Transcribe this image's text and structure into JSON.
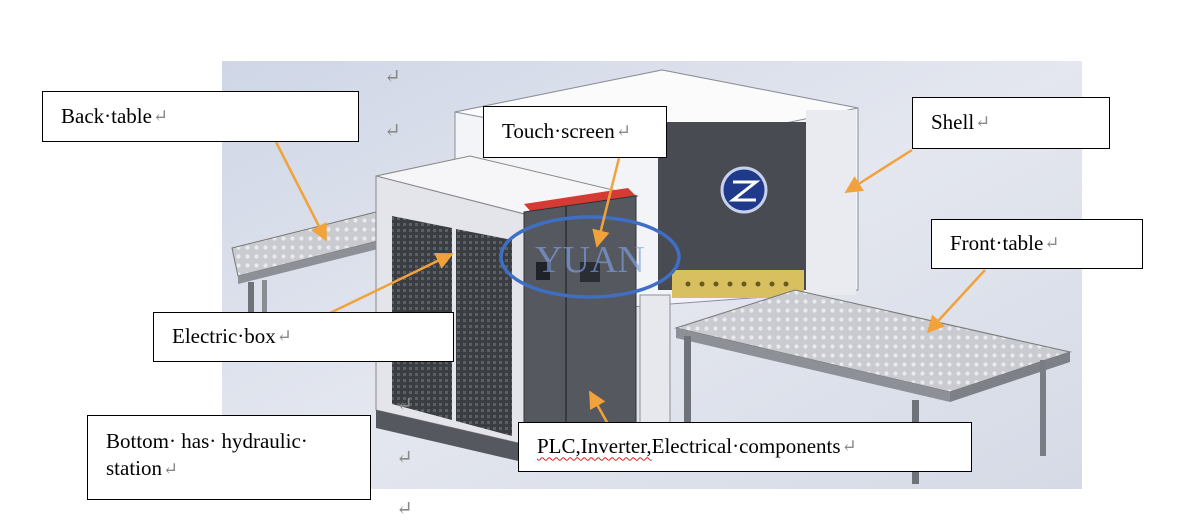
{
  "labels": {
    "back_table": "Back·table",
    "touch_screen": "Touch·screen",
    "shell": "Shell",
    "front_table": "Front·table",
    "electric_box": "Electric·box",
    "bottom_line1": "Bottom· has· hydraulic·",
    "bottom_line2": "station",
    "plc_prefix": "PLC,Inverter,",
    "plc_rest": " Electrical·components"
  },
  "return_mark": "↵",
  "watermark": "YUAN",
  "colors": {
    "arrow": "#f2a23a",
    "background_panel": "#dfe3ee",
    "watermark_ring": "#3f6fc4",
    "machine_panel": "#404448"
  }
}
